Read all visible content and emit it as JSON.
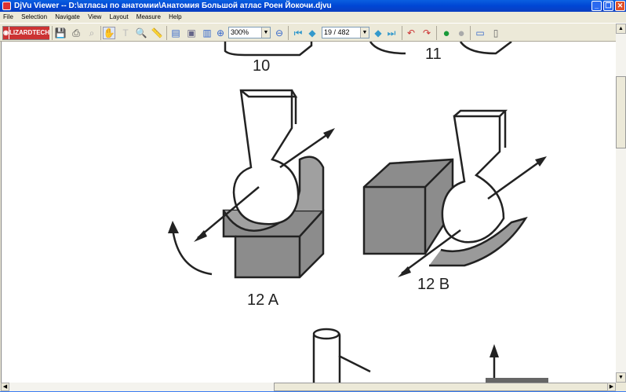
{
  "window": {
    "title": "DjVu Viewer  -- D:\\атласы по анатомии\\Анатомия Большой атлас Роен Йокочи.djvu"
  },
  "menu": [
    "File",
    "Selection",
    "Navigate",
    "View",
    "Layout",
    "Measure",
    "Help"
  ],
  "toolbar": {
    "logo": "LIZARDTECH",
    "zoom_value": "300%",
    "page_value": "19 / 482"
  },
  "figure_labels": {
    "fig10": "10",
    "fig11": "11",
    "fig12a": "12 A",
    "fig12b": "12 B"
  },
  "colors": {
    "title_bar": "#0a5fe0",
    "chrome": "#ece9d8",
    "shade": "#8a8a8a"
  }
}
